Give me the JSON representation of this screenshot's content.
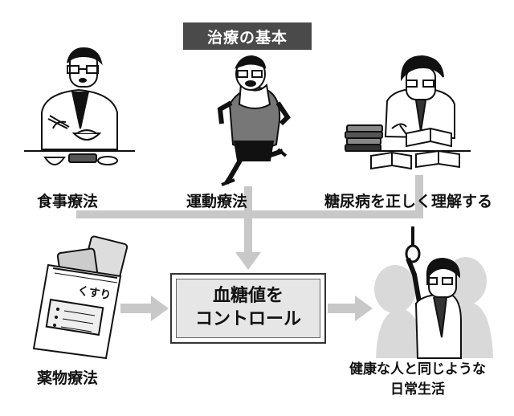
{
  "title": "治療の基本",
  "treatments": {
    "diet": "食事療法",
    "exercise": "運動療法",
    "understanding": "糖尿病を正しく理解する",
    "medication": "薬物療法"
  },
  "medicine_bag_label": "くすり",
  "center_line1": "血糖値を",
  "center_line2": "コントロール",
  "goal_line1": "健康な人と同じような",
  "goal_line2": "日常生活",
  "colors": {
    "arrow": "#c8c8c8",
    "title_bg": "#4a4a4a",
    "center_bg": "#e6e6e6",
    "crowd": "#d9d9d9"
  }
}
